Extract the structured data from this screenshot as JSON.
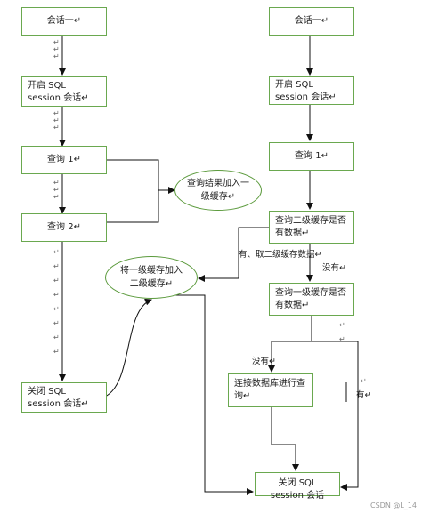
{
  "left": {
    "session1": "会话一↵",
    "open_session": "开启 SQL session 会话↵",
    "query1": "查询 1↵",
    "query2": "查询 2↵",
    "close_session": "关闭 SQL session 会话↵"
  },
  "right": {
    "session1": "会话一↵",
    "open_session": "开启 SQL session 会话↵",
    "query1": "查询 1↵",
    "check_l2": "查询二级缓存是否有数据↵",
    "check_l1": "查询一级缓存是否有数据↵",
    "db_query": "连接数据库进行查询↵",
    "close_session": "关闭 SQL session 会话"
  },
  "ellipses": {
    "add_l1": "查询结果加入一级缓存↵",
    "move_l2": "将一级缓存加入二级缓存↵"
  },
  "edge_labels": {
    "has_l2": "有、取二级缓存数据↵",
    "none_l2": "没有↵",
    "none_l1": "没有↵",
    "has_l1": "有↵"
  },
  "watermark": "CSDN @L_14",
  "colors": {
    "box_border": "#6aa84f",
    "arrow": "#111111"
  }
}
